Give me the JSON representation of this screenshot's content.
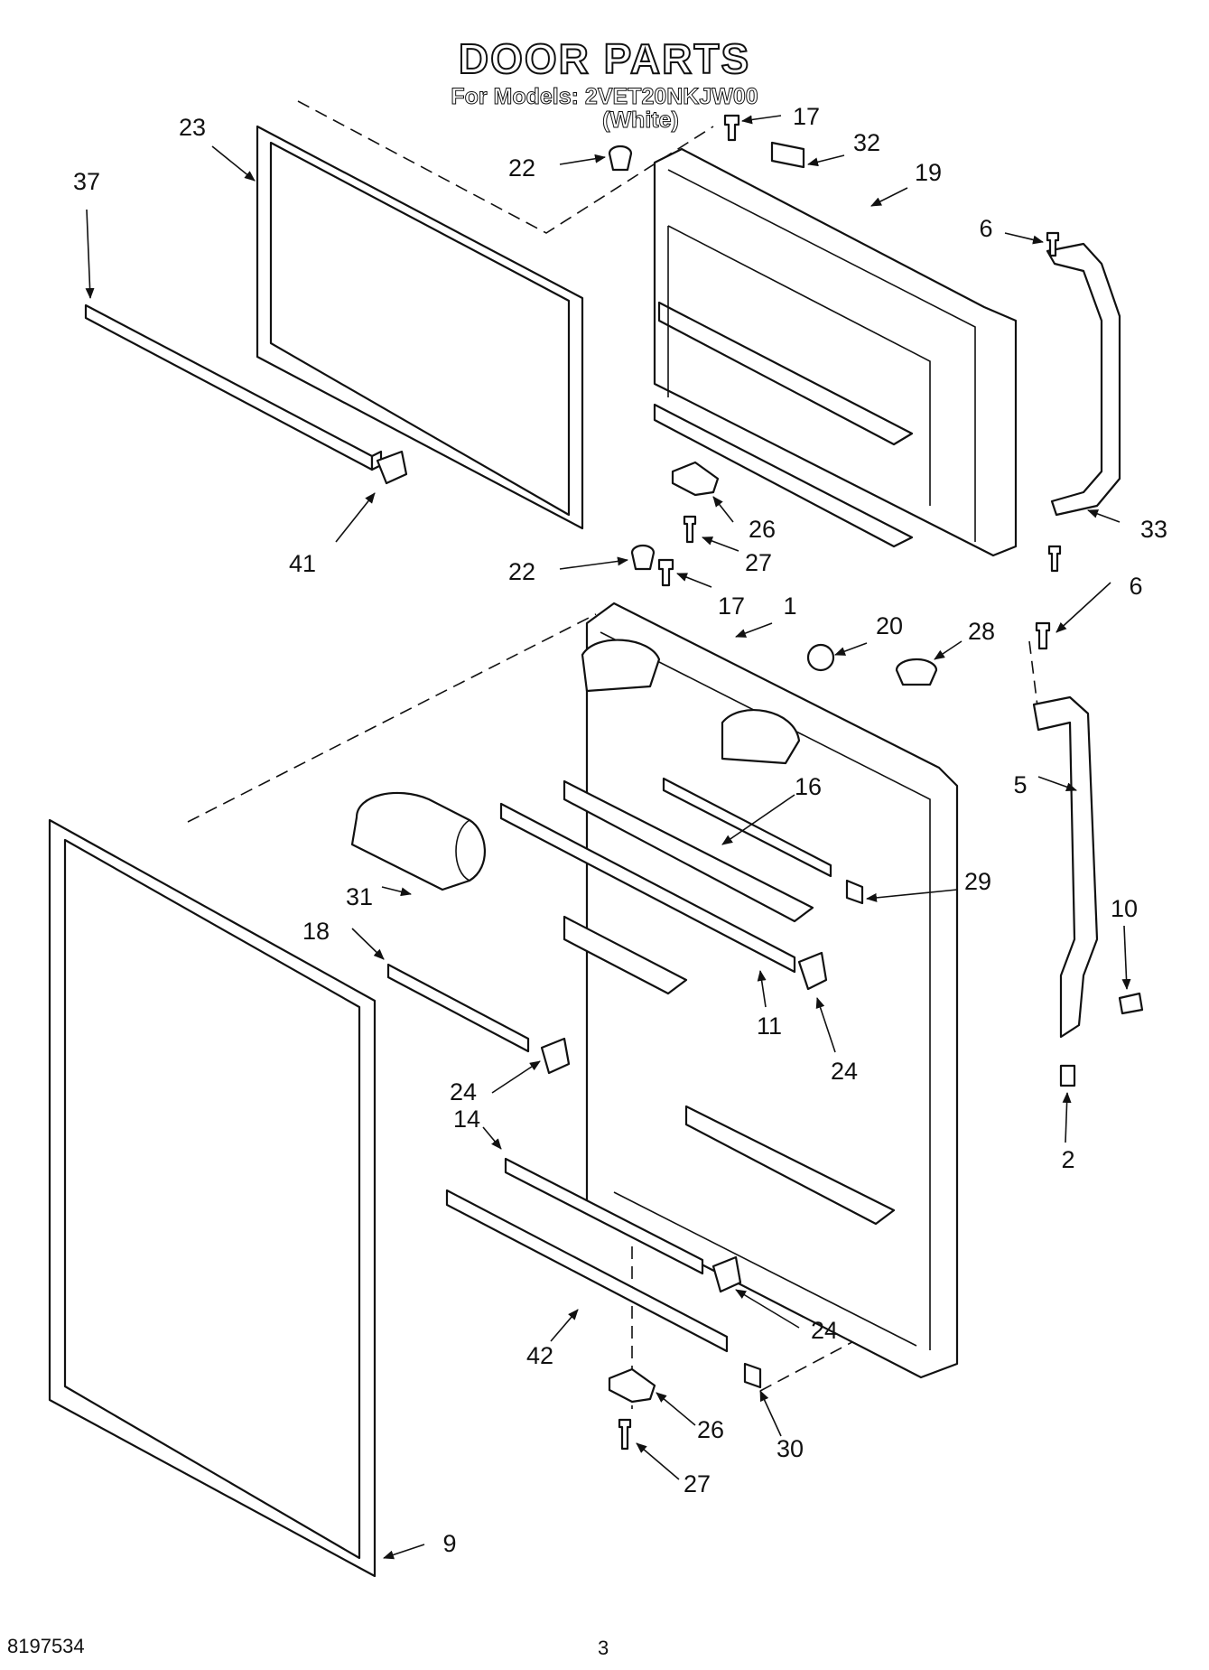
{
  "header": {
    "title": "DOOR PARTS",
    "models_line": "For Models: 2VET20NKJW00",
    "color_line": "(White)"
  },
  "footer": {
    "doc_number": "8197534",
    "page_number": "3"
  },
  "callouts": [
    "23",
    "37",
    "22",
    "17",
    "32",
    "19",
    "6",
    "41",
    "26",
    "27",
    "33",
    "22",
    "17",
    "1",
    "20",
    "28",
    "6",
    "5",
    "16",
    "31",
    "29",
    "10",
    "18",
    "11",
    "24",
    "24",
    "14",
    "2",
    "24",
    "42",
    "26",
    "30",
    "27",
    "9"
  ]
}
